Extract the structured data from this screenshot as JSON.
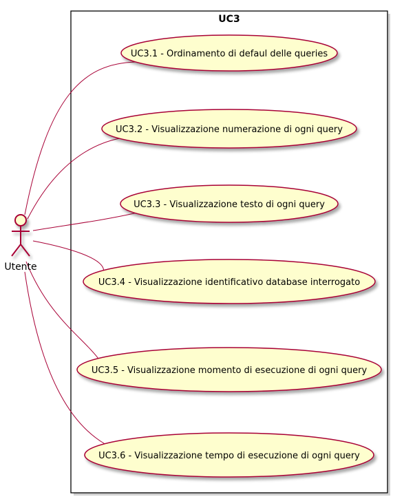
{
  "system": {
    "title": "UC3"
  },
  "actor": {
    "name": "Utente"
  },
  "use_cases": [
    {
      "label": "UC3.1 - Ordinamento di defaul delle queries"
    },
    {
      "label": "UC3.2 - Visualizzazione numerazione di ogni query"
    },
    {
      "label": "UC3.3 - Visualizzazione testo di ogni query"
    },
    {
      "label": "UC3.4 - Visualizzazione identificativo database interrogato"
    },
    {
      "label": "UC3.5 - Visualizzazione momento di esecuzione di ogni query"
    },
    {
      "label": "UC3.6 - Visualizzazione tempo di esecuzione di ogni query"
    }
  ],
  "colors": {
    "ellipse_fill": "#FEFECE",
    "ellipse_stroke": "#A80036",
    "actor_stroke": "#A80036",
    "line": "#A80036",
    "box_stroke": "#000000"
  }
}
